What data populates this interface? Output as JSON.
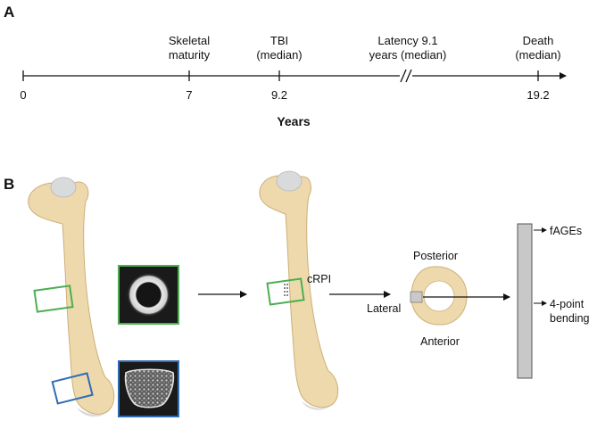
{
  "panels": {
    "a": "A",
    "b": "B"
  },
  "timeline": {
    "events": [
      {
        "line1": "Skeletal",
        "line2": "maturity",
        "year": 7
      },
      {
        "line1": "TBI",
        "line2": "(median)",
        "year": 9.2
      },
      {
        "line1": "Latency 9.1",
        "line2": "years (median)"
      },
      {
        "line1": "Death",
        "line2": "(median)",
        "year": 19.2
      }
    ],
    "ticks": [
      "0",
      "7",
      "9.2",
      "19.2"
    ],
    "axis_title": "Years",
    "break_glyph": "//"
  },
  "diagram": {
    "crpi_label": "cRPI",
    "posterior_label": "Posterior",
    "anterior_label": "Anterior",
    "lateral_label": "Lateral",
    "outputs": [
      "fAGEs",
      "4-point",
      "bending"
    ]
  },
  "colors": {
    "bone": "#eed9ad",
    "bone_edge": "#cdae76",
    "joint": "#d9dadc",
    "green_box": "#4caf50",
    "blue_box": "#2f6db3",
    "bar_fill": "#c8c8c8",
    "ct_bg": "#1a1a1a"
  }
}
